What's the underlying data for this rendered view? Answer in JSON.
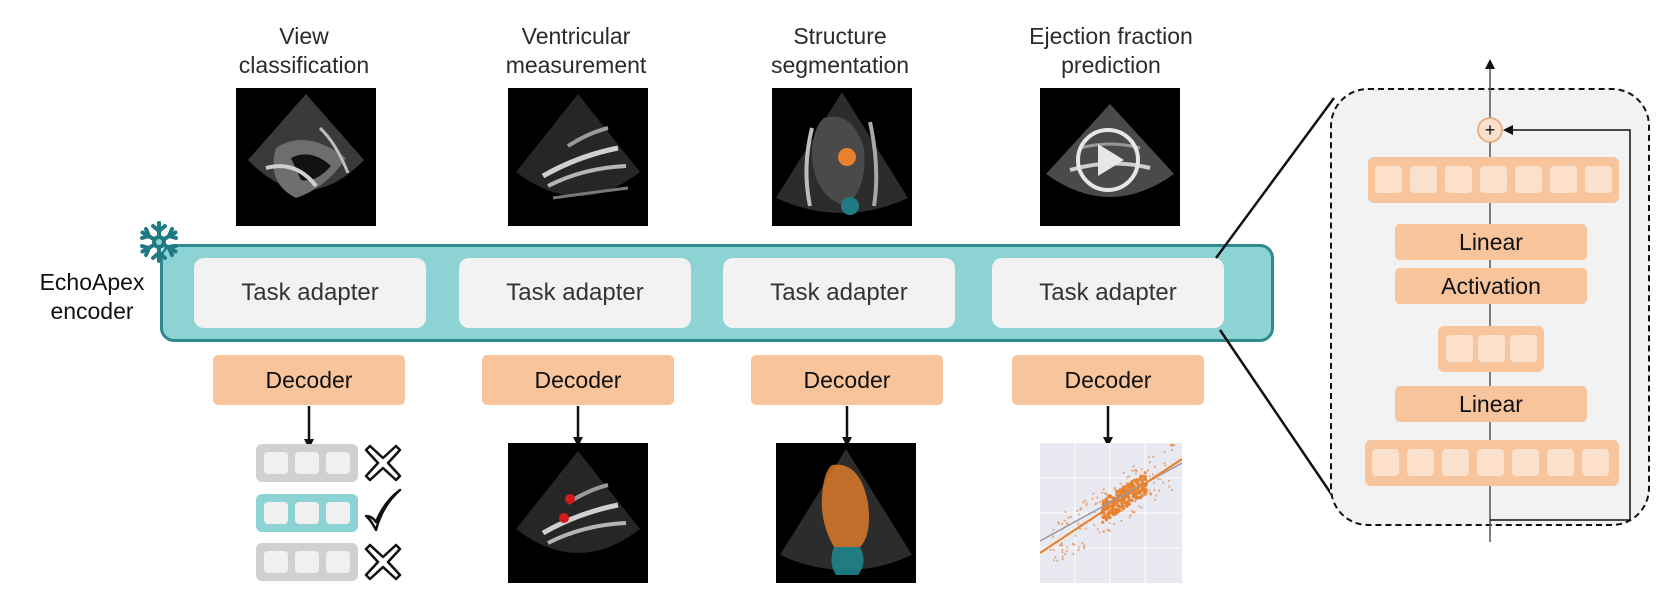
{
  "tasks": [
    {
      "title_line1": "View",
      "title_line2": "classification",
      "adapter": "Task adapter",
      "decoder": "Decoder"
    },
    {
      "title_line1": "Ventricular",
      "title_line2": "measurement",
      "adapter": "Task adapter",
      "decoder": "Decoder"
    },
    {
      "title_line1": "Structure",
      "title_line2": "segmentation",
      "adapter": "Task adapter",
      "decoder": "Decoder"
    },
    {
      "title_line1": "Ejection fraction",
      "title_line2": "prediction",
      "adapter": "Task adapter",
      "decoder": "Decoder"
    }
  ],
  "encoder": {
    "line1": "EchoApex",
    "line2": "encoder"
  },
  "adapter_detail": {
    "linear_top": "Linear",
    "activation": "Activation",
    "linear_bottom": "Linear",
    "residual_symbol": "+"
  },
  "colors": {
    "encoder_fill": "#8dd3d3",
    "encoder_border": "#2e8a8e",
    "decoder_fill": "#f8c49c",
    "token_fill": "#fbe1cc",
    "highlight_teal": "#8dd3d3",
    "segmentation_orange": "#e8802c",
    "segmentation_teal": "#1f8a92"
  }
}
